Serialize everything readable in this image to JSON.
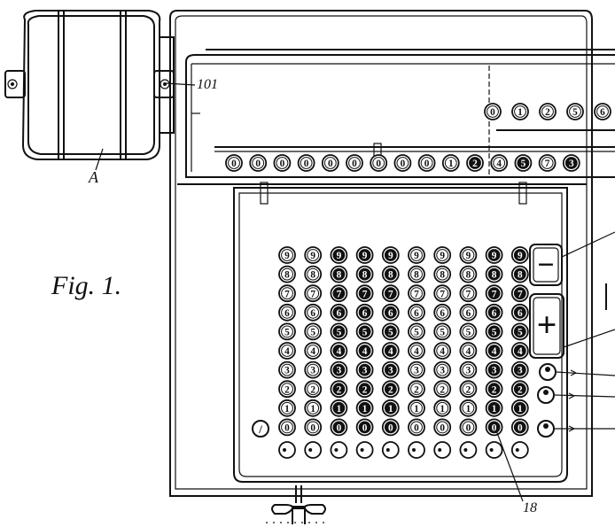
{
  "figure": {
    "caption": "Fig. 1.",
    "labels": {
      "motor": "A",
      "carriage_ref": "101",
      "keyboard_ref": "18"
    }
  },
  "register_digits": [
    "0",
    "0",
    "0",
    "0",
    "0",
    "0",
    "0",
    "0",
    "0",
    "1",
    "2",
    "4",
    "5",
    "7",
    "3"
  ],
  "upper_register_digits": [
    "0",
    "1",
    "2",
    "5",
    "6"
  ],
  "keyboard": {
    "rows": [
      "9",
      "8",
      "7",
      "6",
      "5",
      "4",
      "3",
      "2",
      "1",
      "0"
    ],
    "column_count": 10,
    "shaded_columns": [
      2,
      3,
      4,
      8,
      9
    ],
    "clear_key_glyph": "/"
  },
  "control_keys": {
    "minus": "−",
    "plus": "+"
  }
}
